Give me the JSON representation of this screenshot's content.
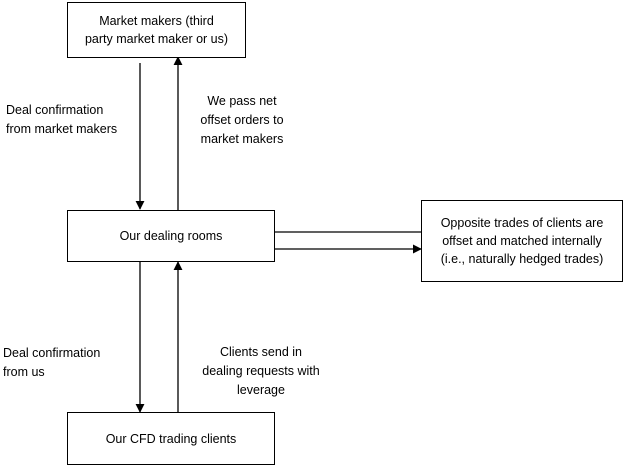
{
  "nodes": {
    "market_makers": "Market makers (third\nparty market maker or us)",
    "dealing_rooms": "Our dealing rooms",
    "cfd_clients": "Our CFD trading clients",
    "internal_offset": "Opposite trades of clients are\noffset and matched internally\n(i.e., naturally hedged trades)"
  },
  "edge_labels": {
    "deal_confirmation_market_makers": "Deal confirmation\nfrom market makers",
    "pass_net_offset": "We pass net\noffset orders to\nmarket makers",
    "deal_confirmation_us": "Deal confirmation\nfrom us",
    "clients_send_requests": "Clients send in\ndealing requests with\nleverage"
  }
}
